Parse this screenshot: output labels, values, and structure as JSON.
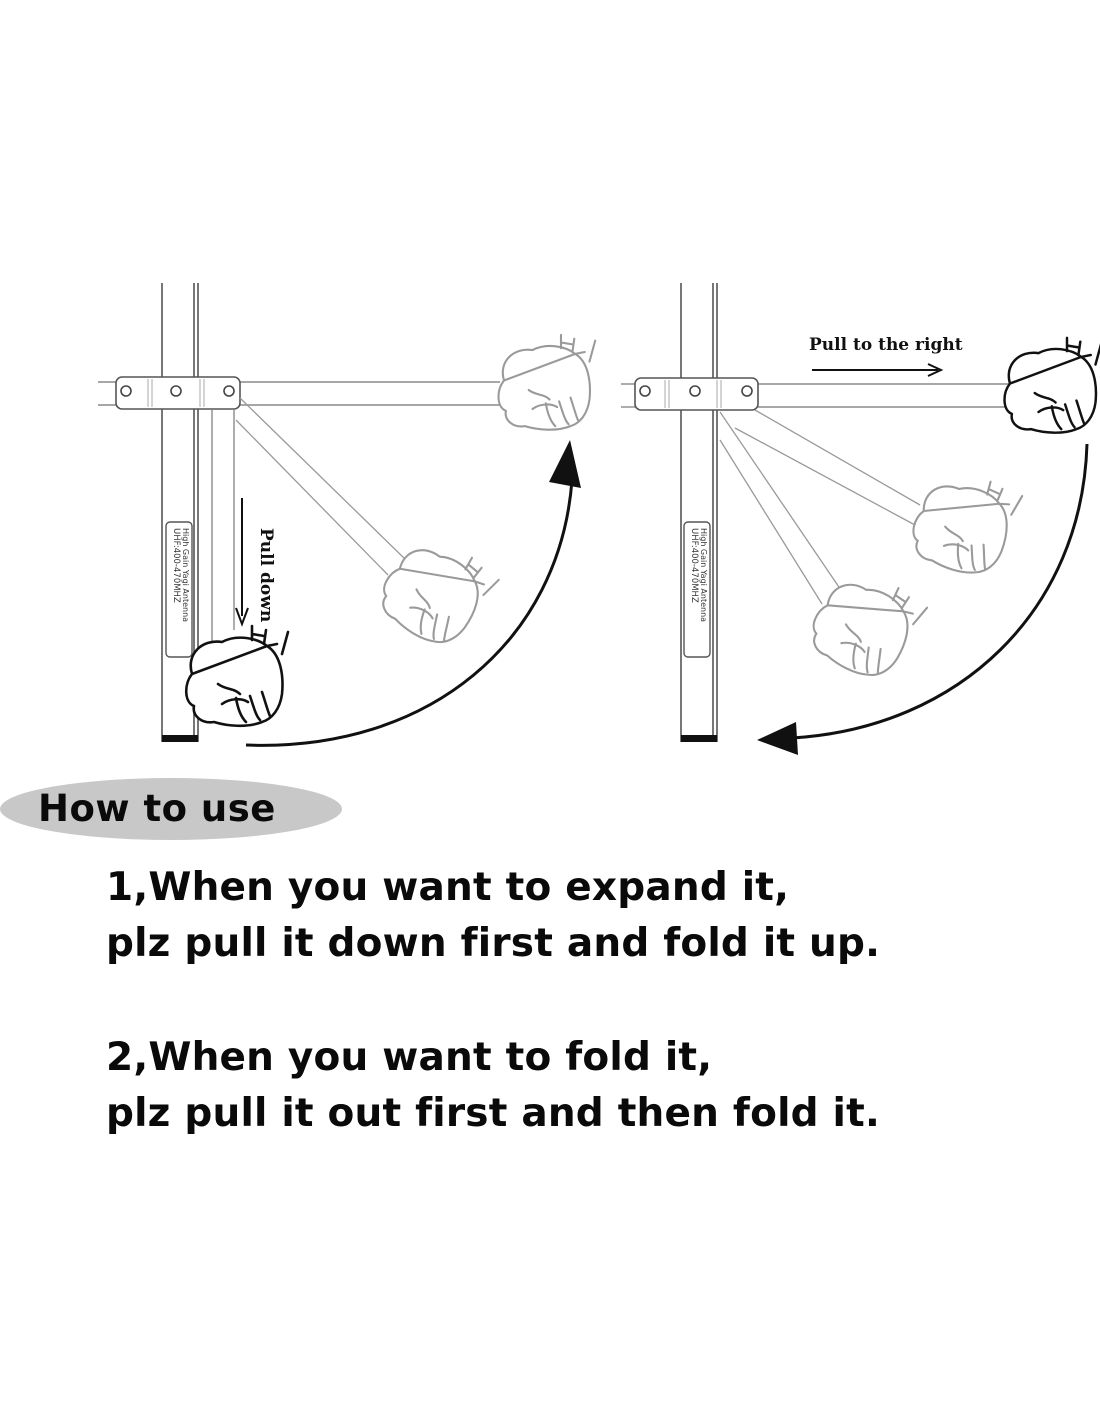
{
  "diagram": {
    "left_panel": {
      "step": "expand",
      "arrow_label": "Pull down",
      "pole_label_line1": "UHF:400-470MHZ",
      "pole_label_line2": "High Gain Yagi Antenna",
      "rotation_direction": "up"
    },
    "right_panel": {
      "step": "fold",
      "arrow_label": "Pull to the right",
      "pole_label_line1": "UHF:400-470MHZ",
      "pole_label_line2": "High Gain Yagi Antenna",
      "rotation_direction": "down"
    },
    "colors": {
      "outline_dark": "#111111",
      "outline_light": "#9a9a9a",
      "badge_bg": "#c8c8c8"
    }
  },
  "section": {
    "title": "How to use"
  },
  "instructions": [
    {
      "line1": "1,When you want to expand it,",
      "line2": "plz pull it down first and fold it up."
    },
    {
      "line1": "2,When you want to fold it,",
      "line2": "plz pull it out first and then fold it."
    }
  ]
}
